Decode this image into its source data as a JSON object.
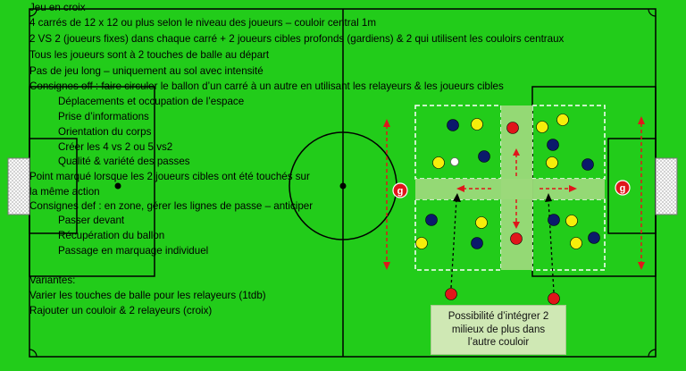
{
  "colors": {
    "grass": "#22cc1a",
    "lines": "#000000",
    "zone_fill": "#9bd97a",
    "player_yellow": "#f5ee0a",
    "player_blue": "#0b1a6b",
    "player_red": "#e0161b",
    "arrow_red": "#e0161b"
  },
  "text": {
    "title": "Jeu en croix",
    "l1": "4 carrés de 12 x 12 ou plus selon le niveau des joueurs – couloir central 1m",
    "l2": "2 VS 2 (joueurs fixes) dans chaque carré + 2 joueurs cibles profonds (gardiens) & 2  qui utilisent les couloirs centraux",
    "l3": "Tous les joueurs sont à 2 touches de balle au départ",
    "l4": "Pas de jeu long – uniquement au sol avec intensité",
    "l5": "Consignes off : faire circuler le ballon d’un carré à un autre en utilisant les relayeurs & les joueurs cibles",
    "l6": "Déplacements et occupation de l’espace",
    "l7": "Prise d’informations",
    "l8": "Orientation du corps",
    "l9": "Créer les  4 vs 2 ou 5 vs2",
    "l10": "Qualité & variété des passes",
    "l11": "Point marqué lorsque les 2 joueurs cibles ont été touchés sur",
    "l12": " la même action",
    "l13": "Consignes def : en zone, gérer les lignes de passe – anticiper",
    "l14": "Passer devant",
    "l15": "Récupération du ballon",
    "l16": "Passage en marquage individuel",
    "l17": "Variantes:",
    "l18": "Varier les touches de balle pour les relayeurs (1tdb)",
    "l19": "Rajouter un couloir & 2 relayeurs (croix)"
  },
  "callout": {
    "line1": "Possibilité d’intégrer 2",
    "line2": "milieux de plus dans",
    "line3": "l’autre couloir"
  },
  "players": {
    "target_label": "g"
  }
}
